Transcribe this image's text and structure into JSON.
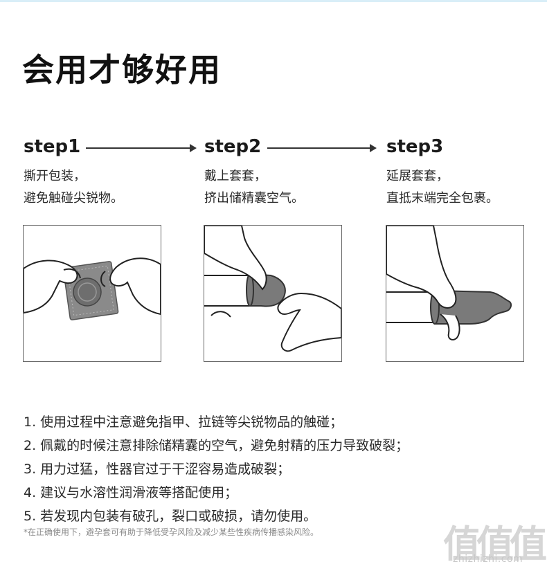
{
  "title": "会用才够好用",
  "steps": [
    {
      "label": "step1",
      "lines": [
        "撕开包装，",
        "避免触碰尖锐物。"
      ]
    },
    {
      "label": "step2",
      "lines": [
        "戴上套套，",
        "挤出储精囊空气。"
      ]
    },
    {
      "label": "step3",
      "lines": [
        "延展套套，",
        "直抵末端完全包裹。"
      ]
    }
  ],
  "notes": [
    "1. 使用过程中注意避免指甲、拉链等尖锐物品的触碰；",
    "2. 佩戴的时候注意排除储精囊的空气，避免射精的压力导致破裂；",
    "3. 用力过猛，性器官过于干涩容易造成破裂；",
    "4. 建议与水溶性润滑液等搭配使用；",
    "5. 若发现内包装有破孔，裂口或破损，请勿使用。"
  ],
  "footnote": "*在正确使用下，避孕套可有助于降低受孕风险及减少某些性疾病传播感染风险。",
  "watermark": {
    "glyphs": "值值值",
    "url": "zhizhizhi.com"
  },
  "colors": {
    "text": "#222222",
    "illustration_gray": "#7a7a7a",
    "border": "#666666"
  }
}
